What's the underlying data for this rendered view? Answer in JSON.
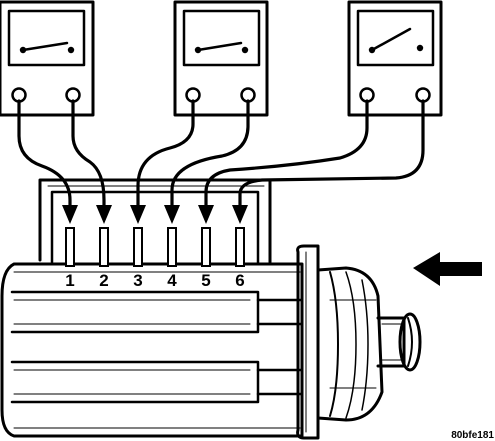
{
  "diagram": {
    "pin_labels": [
      "1",
      "2",
      "3",
      "4",
      "5",
      "6"
    ],
    "figure_code": "80bfe181",
    "meters": [
      {
        "switch_state": "closed",
        "icon": "meter-icon"
      },
      {
        "switch_state": "closed",
        "icon": "meter-icon"
      },
      {
        "switch_state": "open",
        "icon": "meter-icon"
      }
    ],
    "direction_arrow": {
      "icon": "left-arrow-icon"
    }
  }
}
